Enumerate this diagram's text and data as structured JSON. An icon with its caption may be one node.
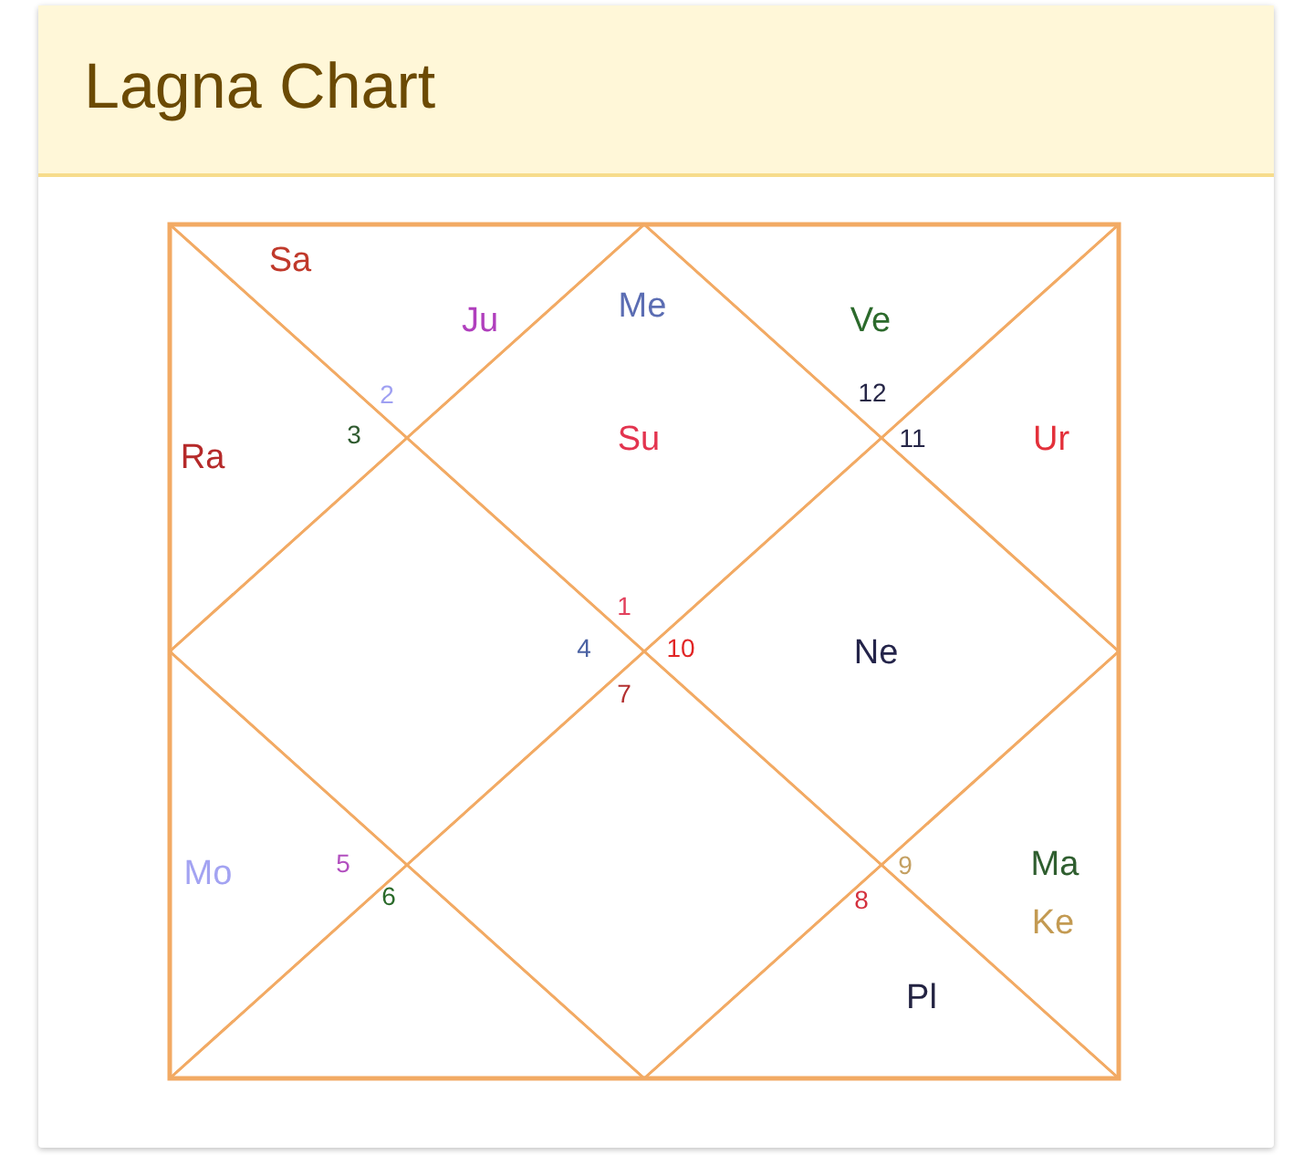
{
  "diagram": {
    "title": "Lagna Chart",
    "nodes": [
      {
        "text": [
          "Me",
          "Su",
          "1"
        ]
      },
      {
        "text": [
          "Sa",
          "Ju",
          "2"
        ]
      },
      {
        "text": [
          "Ra",
          "3"
        ]
      },
      {
        "text": [
          "4"
        ]
      },
      {
        "text": [
          "Mo",
          "5"
        ]
      },
      {
        "text": [
          "6"
        ]
      },
      {
        "text": [
          "7"
        ]
      },
      {
        "text": [
          "8",
          "Pl"
        ]
      },
      {
        "text": [
          "9",
          "Ma",
          "Ke"
        ]
      },
      {
        "text": [
          "10",
          "Ne"
        ]
      },
      {
        "text": [
          "11",
          "Ur"
        ]
      },
      {
        "text": [
          "Ve",
          "12"
        ]
      }
    ]
  }
}
